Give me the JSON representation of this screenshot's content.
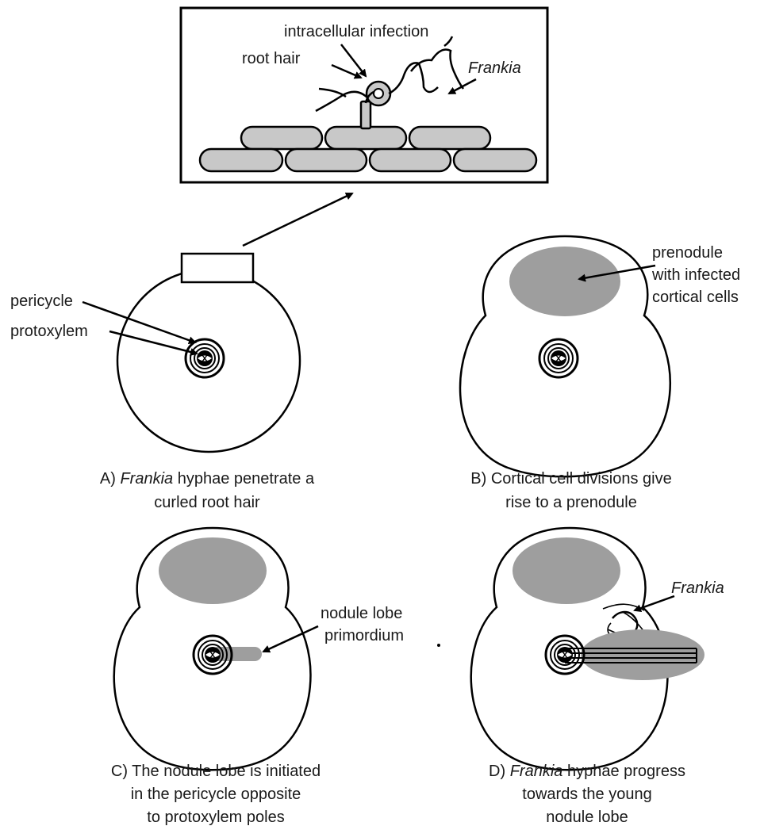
{
  "inset": {
    "label_intracellular": "intracellular infection",
    "label_root_hair": "root hair",
    "label_frankia": "Frankia"
  },
  "panel_a": {
    "label_pericycle": "pericycle",
    "label_protoxylem": "protoxylem",
    "caption_italic": "Frankia",
    "caption_line1_rest": " hyphae penetrate a",
    "caption_prefix": "A) ",
    "caption_line2": "curled root hair"
  },
  "panel_b": {
    "label_line1": "prenodule",
    "label_line2": "with infected",
    "label_line3": "cortical cells",
    "caption_line1": "B) Cortical cell divisions give",
    "caption_line2": "rise to a prenodule"
  },
  "panel_c": {
    "label_line1": "nodule lobe",
    "label_line2": "primordium",
    "caption_line1": "C) The nodule lobe is initiated",
    "caption_line2": "in the pericycle opposite",
    "caption_line3": "to protoxylem poles"
  },
  "panel_d": {
    "label_frankia": "Frankia",
    "caption_prefix": "D) ",
    "caption_italic": "Frankia",
    "caption_line1_rest": " hyphae progress",
    "caption_line2": "towards the young",
    "caption_line3": "nodule lobe"
  },
  "colors": {
    "ink": "#000000",
    "cell_fill": "#c8c8c8",
    "prenodule_fill": "#9e9e9e"
  }
}
